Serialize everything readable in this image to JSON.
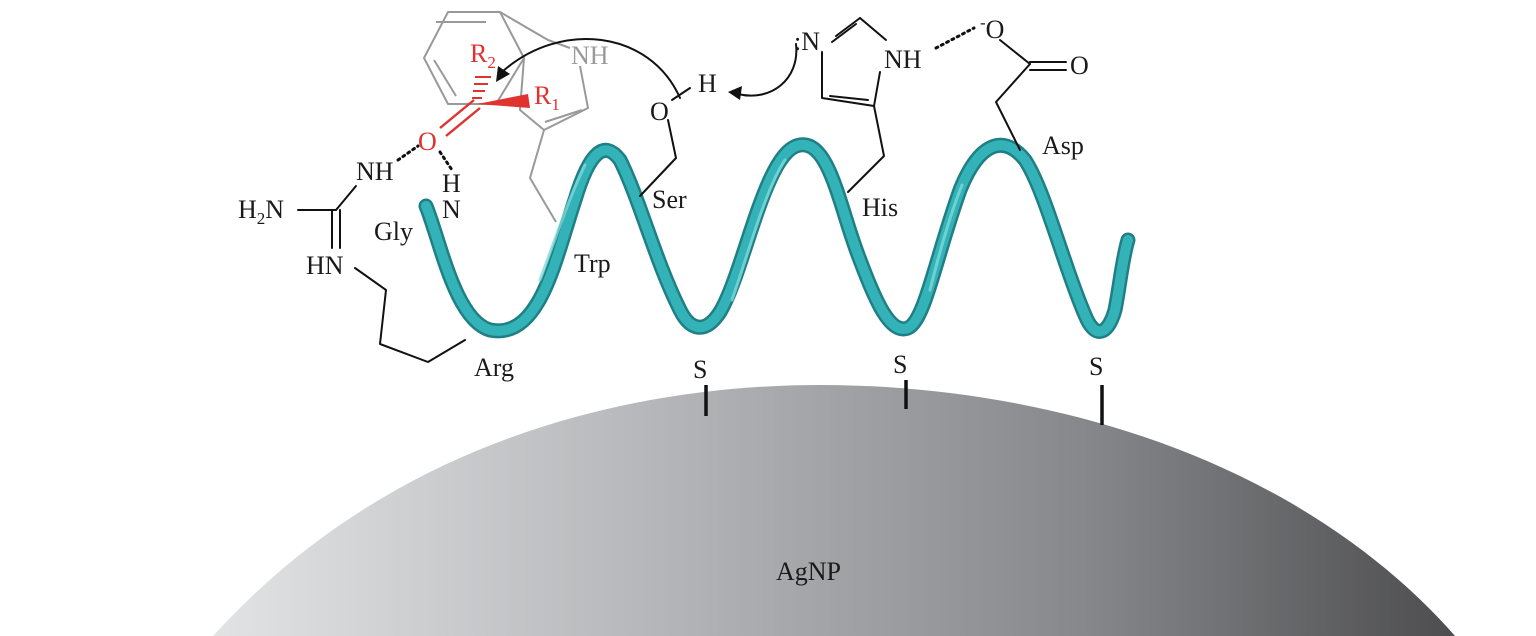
{
  "particle": {
    "label": "AgNP"
  },
  "residues": {
    "gly": "Gly",
    "arg": "Arg",
    "trp": "Trp",
    "ser": "Ser",
    "his": "His",
    "asp": "Asp"
  },
  "arg_group": {
    "nh": "NH",
    "h2n_main": "H",
    "h2n_sub": "2",
    "h2n_tail": "N",
    "hn": "HN"
  },
  "gly_group": {
    "h": "H",
    "n": "N"
  },
  "trp_group": {
    "nh": "NH"
  },
  "substrate": {
    "o": "O",
    "r1_main": "R",
    "r1_sub": "1",
    "r2_main": "R",
    "r2_sub": "2"
  },
  "ser_group": {
    "o": "O",
    "h": "H"
  },
  "his_group": {
    "n_lone": ":N",
    "nh": "NH"
  },
  "asp_group": {
    "o_minus_sign": "-",
    "o_minus": "O",
    "o_double": "O"
  },
  "thiols": [
    "S",
    "S",
    "S"
  ],
  "colors": {
    "helix": "#2fa8ad",
    "substrate": "#e0322f",
    "indole": "#9a9a9a",
    "sphere_light": "#d6d7d9",
    "sphere_dark": "#4a4a4c"
  }
}
